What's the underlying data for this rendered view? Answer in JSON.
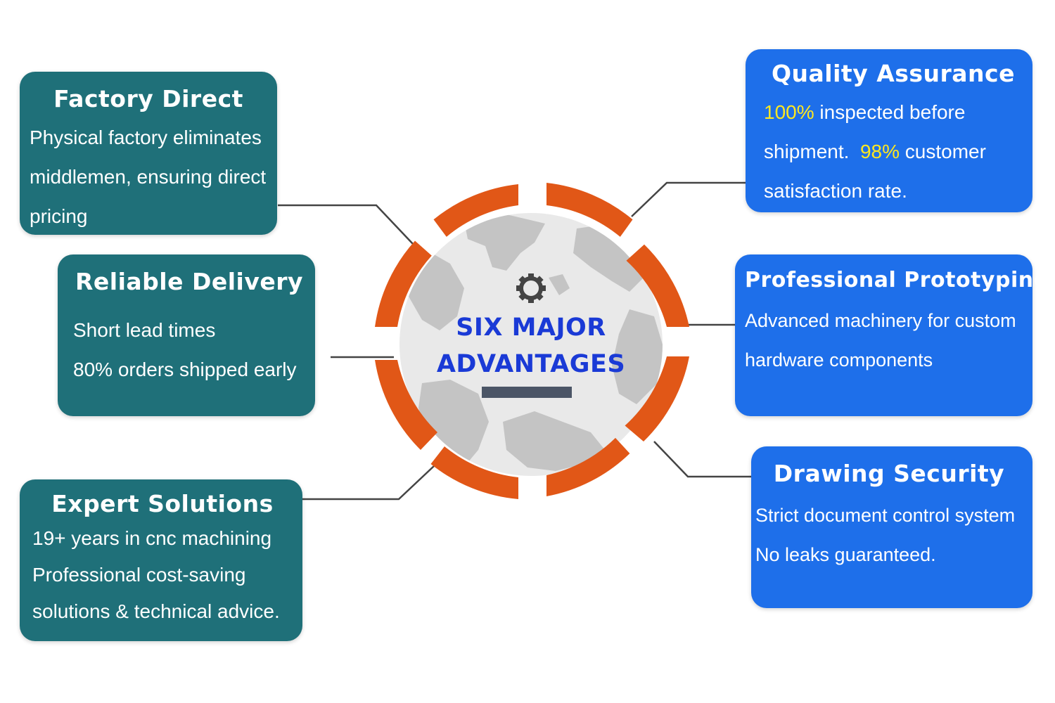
{
  "center": {
    "title_line1": "SIX MAJOR",
    "title_line2": "ADVANTAGES",
    "icon": "gear-icon",
    "ring_color": "#e15717",
    "globe_color": "#c9c9c9"
  },
  "colors": {
    "teal": "#1f7079",
    "blue": "#1e6fea",
    "highlight": "#ffe81f",
    "title_blue": "#1a3ad6"
  },
  "left": [
    {
      "title": "Factory Direct",
      "lines": [
        "Physical factory eliminates",
        "middlemen, ensuring direct",
        "pricing"
      ]
    },
    {
      "title": "Reliable Delivery",
      "lines": [
        "Short lead times",
        "80% orders shipped early"
      ]
    },
    {
      "title": "Expert Solutions",
      "lines": [
        "19+ years in cnc machining",
        "Professional cost-saving",
        "solutions & technical advice."
      ]
    }
  ],
  "right": [
    {
      "title": "Quality Assurance",
      "pct1": "100%",
      "line1_rest": " inspected before",
      "line2_start": "shipment.  ",
      "pct2": "98%",
      "line2_rest": " customer",
      "line3": "satisfaction rate."
    },
    {
      "title": "Professional Prototyping",
      "lines": [
        "Advanced machinery for custom",
        "hardware components"
      ]
    },
    {
      "title": "Drawing Security",
      "lines": [
        "Strict document control system",
        "No leaks guaranteed."
      ]
    }
  ]
}
